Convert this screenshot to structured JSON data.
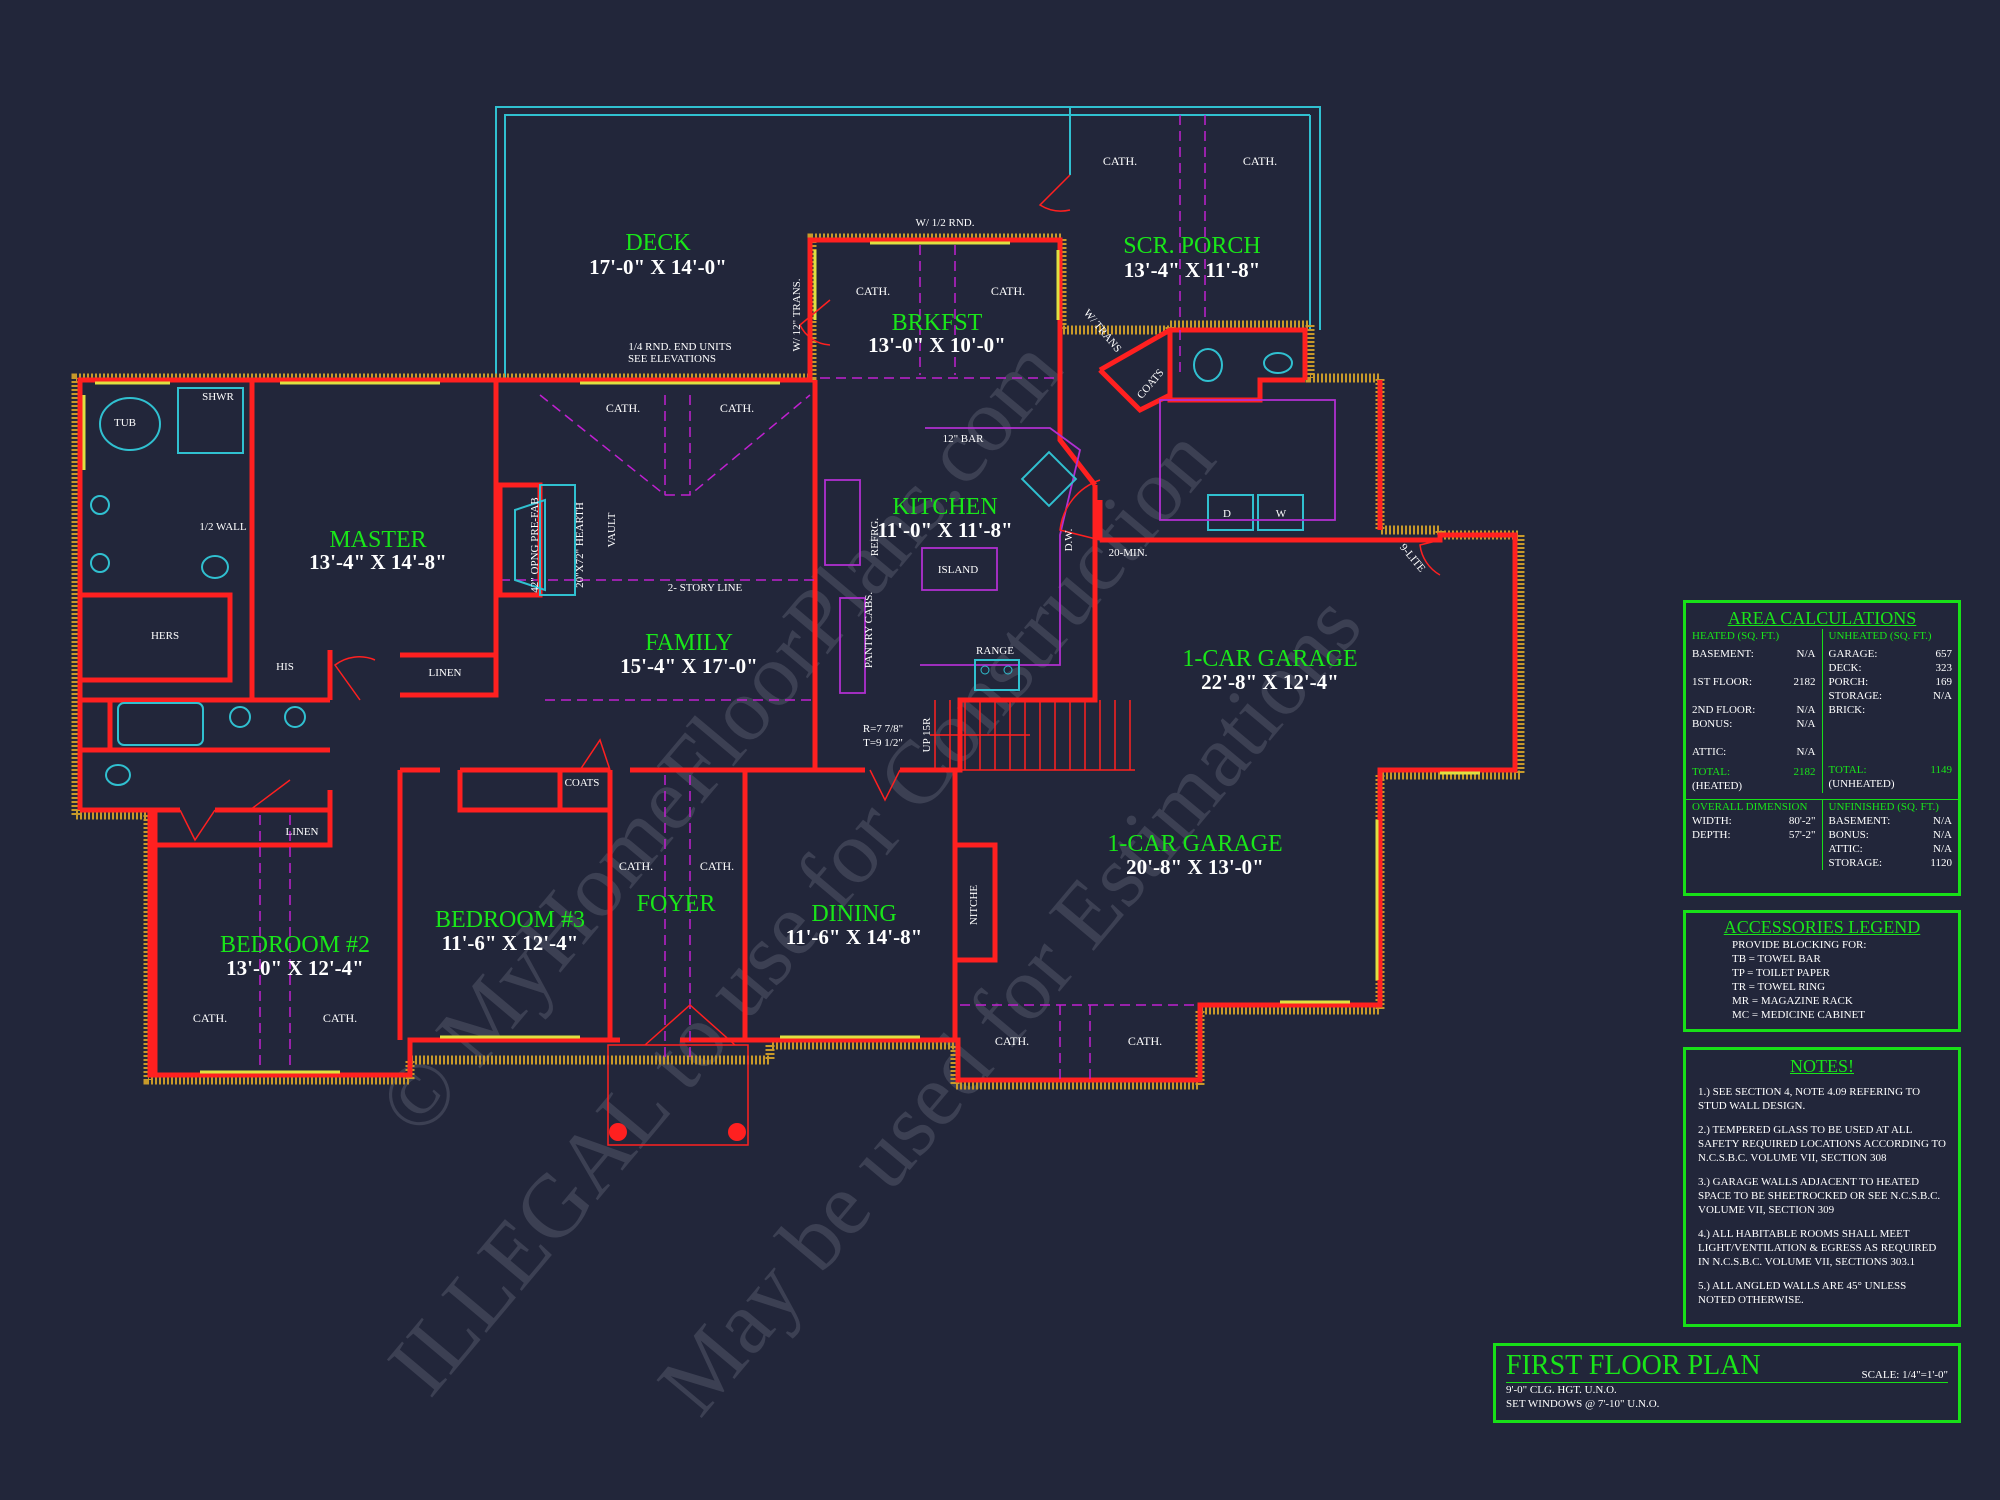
{
  "rooms": {
    "deck": {
      "name": "DECK",
      "dims": "17'-0\" X 14'-0\""
    },
    "scr_porch": {
      "name": "SCR. PORCH",
      "dims": "13'-4\" X 11'-8\""
    },
    "brkfst": {
      "name": "BRKFST",
      "dims": "13'-0\" X 10'-0\""
    },
    "kitchen": {
      "name": "KITCHEN",
      "dims": "11'-0\" X 11'-8\""
    },
    "master": {
      "name": "MASTER",
      "dims": "13'-4\" X 14'-8\""
    },
    "family": {
      "name": "FAMILY",
      "dims": "15'-4\" X 17'-0\""
    },
    "garage1": {
      "name": "1-CAR GARAGE",
      "dims": "22'-8\" X 12'-4\""
    },
    "garage2": {
      "name": "1-CAR GARAGE",
      "dims": "20'-8\" X 13'-0\""
    },
    "bedroom2": {
      "name": "BEDROOM #2",
      "dims": "13'-0\" X 12'-4\""
    },
    "bedroom3": {
      "name": "BEDROOM #3",
      "dims": "11'-6\" X 12'-4\""
    },
    "foyer": {
      "name": "FOYER"
    },
    "dining": {
      "name": "DINING",
      "dims": "11'-6\" X 14'-8\""
    }
  },
  "labels": {
    "cath": "CATH.",
    "tub": "TUB",
    "shwr": "SHWR",
    "half_wall": "1/2 WALL",
    "hers": "HERS",
    "his": "HIS",
    "linen": "LINEN",
    "coats": "COATS",
    "vault": "VAULT",
    "two_story": "2- STORY LINE",
    "opng": "42\" OPNG PRE-FAB",
    "hearth": "20\"X72\" HEARTH",
    "rnd_units": "1/4 RND. END UNITS",
    "see_elev": "SEE ELEVATIONS",
    "w_half_rnd": "W/ 1/2 RND.",
    "w_12_trans": "W/ 12\" TRANS.",
    "w_trans": "W/ TRANS",
    "bar": "12\" BAR",
    "island": "ISLAND",
    "refrg": "REFRG.",
    "pantry": "PANTRY CABS.",
    "dw": "D.W.",
    "range": "RANGE",
    "twenty_min": "20-MIN.",
    "nine_lite": "9-LITE",
    "riser": "R=7 7/8\"",
    "tread": "T=9 1/2\"",
    "up15r": "UP 15R",
    "nitche": "NITCHE",
    "d": "D",
    "w": "W"
  },
  "area": {
    "title": "AREA CALCULATIONS",
    "heated_hdr": "HEATED (SQ. FT.)",
    "unheated_hdr": "UNHEATED (SQ. FT.)",
    "heated": [
      {
        "k": "BASEMENT:",
        "v": "N/A"
      },
      {
        "k": "1ST FLOOR:",
        "v": "2182"
      },
      {
        "k": "2ND FLOOR:",
        "v": "N/A"
      },
      {
        "k": "BONUS:",
        "v": "N/A"
      },
      {
        "k": "ATTIC:",
        "v": "N/A"
      }
    ],
    "unheated": [
      {
        "k": "GARAGE:",
        "v": "657"
      },
      {
        "k": "DECK:",
        "v": "323"
      },
      {
        "k": "PORCH:",
        "v": "169"
      },
      {
        "k": "STORAGE:",
        "v": "N/A"
      },
      {
        "k": "BRICK:",
        "v": ""
      }
    ],
    "total_label": "TOTAL:",
    "heated_total": "2182",
    "heated_total_sub": "(HEATED)",
    "unheated_total": "1149",
    "unheated_total_sub": "(UNHEATED)",
    "overall_hdr": "OVERALL DIMENSION",
    "width_k": "WIDTH:",
    "width_v": "80'-2\"",
    "depth_k": "DEPTH:",
    "depth_v": "57'-2\"",
    "unfinished_hdr": "UNFINISHED (SQ. FT.)",
    "unfinished": [
      {
        "k": "BASEMENT:",
        "v": "N/A"
      },
      {
        "k": "BONUS:",
        "v": "N/A"
      },
      {
        "k": "ATTIC:",
        "v": "N/A"
      },
      {
        "k": "STORAGE:",
        "v": "1120"
      }
    ]
  },
  "accessories": {
    "title": "ACCESSORIES LEGEND",
    "lines": [
      "PROVIDE BLOCKING FOR:",
      "TB = TOWEL BAR",
      "TP = TOILET PAPER",
      "TR = TOWEL RING",
      "MR = MAGAZINE RACK",
      "MC = MEDICINE CABINET"
    ]
  },
  "notes": {
    "title": "NOTES!",
    "items": [
      "1.) SEE SECTION 4, NOTE 4.09 REFERING TO STUD WALL DESIGN.",
      "2.) TEMPERED GLASS TO BE USED AT ALL SAFETY REQUIRED LOCATIONS ACCORDING TO N.C.S.B.C. VOLUME VII, SECTION 308",
      "3.) GARAGE WALLS ADJACENT TO HEATED SPACE TO BE SHEETROCKED OR SEE N.C.S.B.C. VOLUME VII, SECTION 309",
      "4.) ALL HABITABLE ROOMS SHALL MEET LIGHT/VENTILATION & EGRESS AS REQUIRED IN N.C.S.B.C. VOLUME VII, SECTIONS 303.1",
      "5.) ALL ANGLED WALLS ARE 45° UNLESS NOTED OTHERWISE."
    ]
  },
  "title_block": {
    "title": "FIRST FLOOR PLAN",
    "scale": "SCALE: 1/4\"=1'-0\"",
    "line1": "9'-0\" CLG. HGT. U.N.O.",
    "line2": "SET WINDOWS @ 7'-10\" U.N.O."
  },
  "watermark": {
    "line1": "© MyHomeFloorPlans.com",
    "line2": "ILLEGAL to use for Construction",
    "line3": "May be used for Estimations"
  },
  "colors": {
    "background": "#22263a",
    "room_label": "#19e619",
    "wall": "#ff2020",
    "panel_border": "#18e018"
  }
}
